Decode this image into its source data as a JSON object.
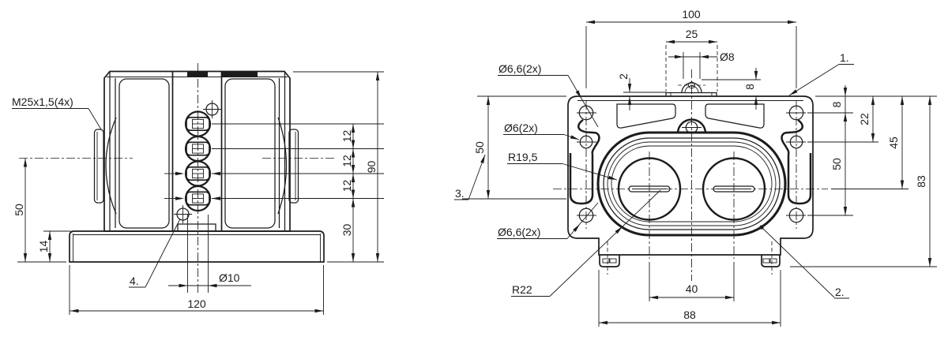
{
  "colors": {
    "ink": "#1c1c1c",
    "paper": "#ffffff"
  },
  "side_view": {
    "thread_label": "M25x1,5(4x)",
    "note_4": "4.",
    "dia_10": "Ø10",
    "dim_50": "50",
    "dim_14": "14",
    "dim_120": "120",
    "dim_12_1": "12",
    "dim_12_2": "12",
    "dim_12_3": "12",
    "dim_30": "30",
    "dim_90": "90"
  },
  "front_view": {
    "dim_100": "100",
    "dim_25": "25",
    "dia_8": "Ø8",
    "dim_2": "2",
    "dim_8_top": "8",
    "note_1": "1.",
    "dia_66_top": "Ø6,6(2x)",
    "dia_6": "Ø6(2x)",
    "radius_19_5": "R19,5",
    "dim_50_left": "50",
    "note_3": "3.",
    "dia_66_bottom": "Ø6,6(2x)",
    "radius_22": "R22",
    "note_2": "2.",
    "dim_8_right": "8",
    "dim_22": "22",
    "dim_45": "45",
    "dim_50_right": "50",
    "dim_83": "83",
    "dim_40": "40",
    "dim_88": "88"
  }
}
